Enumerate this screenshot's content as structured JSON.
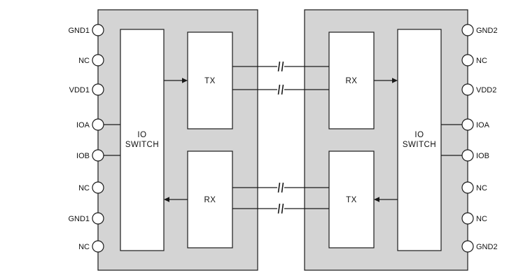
{
  "colors": {
    "panel_fill": "#d4d4d4",
    "box_fill": "#ffffff",
    "line": "#1a1a1a"
  },
  "left_pins": [
    {
      "label": "GND1"
    },
    {
      "label": "NC"
    },
    {
      "label": "VDD1"
    },
    {
      "label": "IOA"
    },
    {
      "label": "IOB"
    },
    {
      "label": "NC"
    },
    {
      "label": "GND1"
    },
    {
      "label": "NC"
    }
  ],
  "right_pins": [
    {
      "label": "GND2"
    },
    {
      "label": "NC"
    },
    {
      "label": "VDD2"
    },
    {
      "label": "IOA"
    },
    {
      "label": "IOB"
    },
    {
      "label": "NC"
    },
    {
      "label": "NC"
    },
    {
      "label": "GND2"
    }
  ],
  "blocks": {
    "left_io_switch": {
      "line1": "IO",
      "line2": "SWITCH"
    },
    "left_tx": {
      "label": "TX"
    },
    "left_rx": {
      "label": "RX"
    },
    "right_rx": {
      "label": "RX"
    },
    "right_tx": {
      "label": "TX"
    },
    "right_io_switch": {
      "line1": "IO",
      "line2": "SWITCH"
    }
  }
}
